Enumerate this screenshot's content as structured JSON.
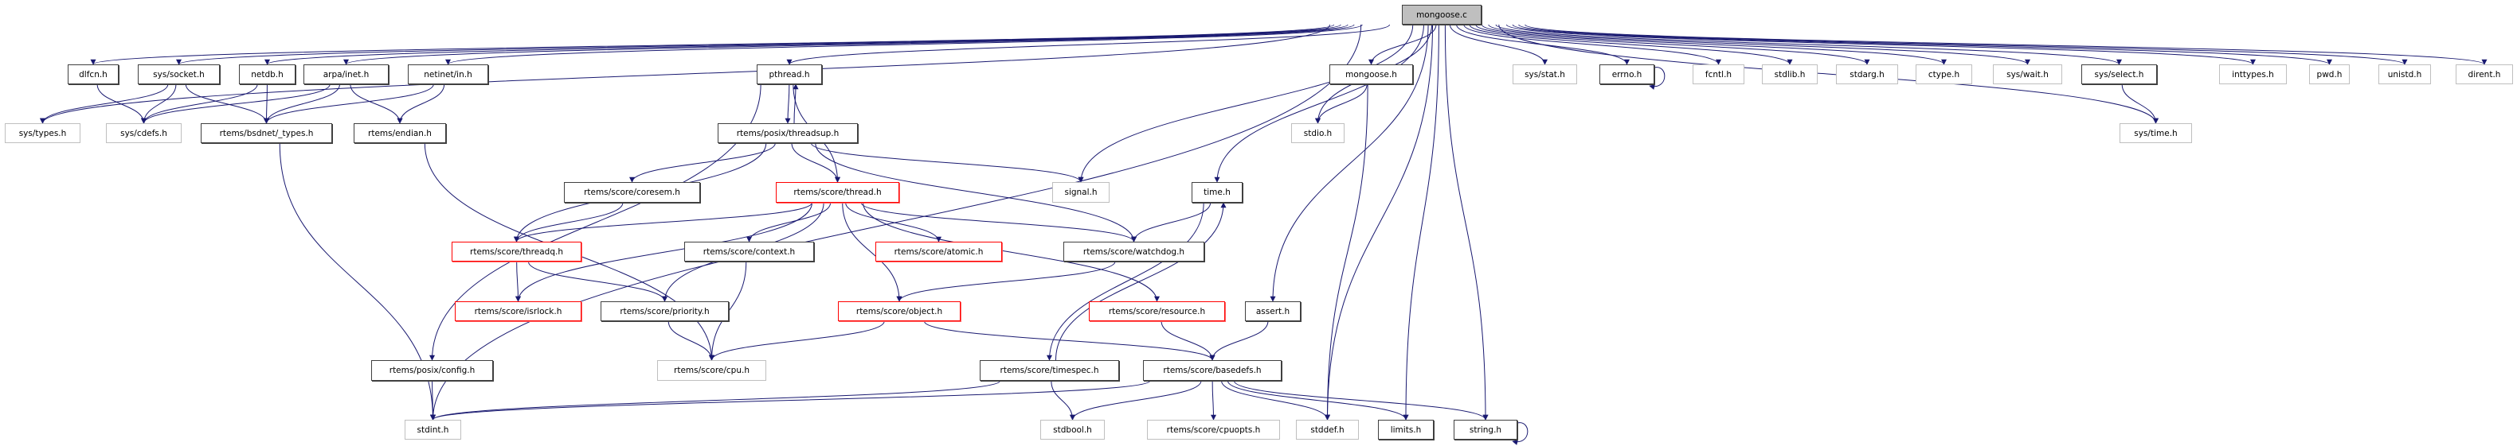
{
  "title": "mongoose.c include dependency graph",
  "colors": {
    "edge": "#191970",
    "root_fill": "#bfbfbf",
    "normal_border": "#404040",
    "external_border": "#bfbfbf",
    "truncated_border": "#ff0000"
  },
  "nodes": [
    {
      "id": "mongoose_c",
      "label": "mongoose.c",
      "kind": "root"
    },
    {
      "id": "dlfcn_h",
      "label": "dlfcn.h",
      "kind": "normal"
    },
    {
      "id": "sys_socket_h",
      "label": "sys/socket.h",
      "kind": "normal"
    },
    {
      "id": "netdb_h",
      "label": "netdb.h",
      "kind": "normal"
    },
    {
      "id": "arpa_inet_h",
      "label": "arpa/inet.h",
      "kind": "normal"
    },
    {
      "id": "netinet_in_h",
      "label": "netinet/in.h",
      "kind": "normal"
    },
    {
      "id": "pthread_h",
      "label": "pthread.h",
      "kind": "normal"
    },
    {
      "id": "mongoose_h",
      "label": "mongoose.h",
      "kind": "normal"
    },
    {
      "id": "sys_stat_h",
      "label": "sys/stat.h",
      "kind": "external"
    },
    {
      "id": "errno_h",
      "label": "errno.h",
      "kind": "normal"
    },
    {
      "id": "fcntl_h",
      "label": "fcntl.h",
      "kind": "external"
    },
    {
      "id": "stdlib_h",
      "label": "stdlib.h",
      "kind": "external"
    },
    {
      "id": "stdarg_h",
      "label": "stdarg.h",
      "kind": "external"
    },
    {
      "id": "ctype_h",
      "label": "ctype.h",
      "kind": "external"
    },
    {
      "id": "sys_wait_h",
      "label": "sys/wait.h",
      "kind": "external"
    },
    {
      "id": "sys_select_h",
      "label": "sys/select.h",
      "kind": "normal"
    },
    {
      "id": "inttypes_h",
      "label": "inttypes.h",
      "kind": "external"
    },
    {
      "id": "pwd_h",
      "label": "pwd.h",
      "kind": "external"
    },
    {
      "id": "unistd_h",
      "label": "unistd.h",
      "kind": "external"
    },
    {
      "id": "dirent_h",
      "label": "dirent.h",
      "kind": "external"
    },
    {
      "id": "sys_types_h",
      "label": "sys/types.h",
      "kind": "external"
    },
    {
      "id": "sys_cdefs_h",
      "label": "sys/cdefs.h",
      "kind": "external"
    },
    {
      "id": "bsdnet_types_h",
      "label": "rtems/bsdnet/_types.h",
      "kind": "normal"
    },
    {
      "id": "endian_h",
      "label": "rtems/endian.h",
      "kind": "normal"
    },
    {
      "id": "threadsup_h",
      "label": "rtems/posix/threadsup.h",
      "kind": "normal"
    },
    {
      "id": "stdio_h",
      "label": "stdio.h",
      "kind": "external"
    },
    {
      "id": "sys_time_h",
      "label": "sys/time.h",
      "kind": "external"
    },
    {
      "id": "coresem_h",
      "label": "rtems/score/coresem.h",
      "kind": "normal"
    },
    {
      "id": "thread_h",
      "label": "rtems/score/thread.h",
      "kind": "truncated"
    },
    {
      "id": "signal_h",
      "label": "signal.h",
      "kind": "external"
    },
    {
      "id": "time_h",
      "label": "time.h",
      "kind": "normal"
    },
    {
      "id": "threadq_h",
      "label": "rtems/score/threadq.h",
      "kind": "truncated"
    },
    {
      "id": "context_h",
      "label": "rtems/score/context.h",
      "kind": "normal"
    },
    {
      "id": "atomic_h",
      "label": "rtems/score/atomic.h",
      "kind": "truncated"
    },
    {
      "id": "watchdog_h",
      "label": "rtems/score/watchdog.h",
      "kind": "normal"
    },
    {
      "id": "isrlock_h",
      "label": "rtems/score/isrlock.h",
      "kind": "truncated"
    },
    {
      "id": "priority_h",
      "label": "rtems/score/priority.h",
      "kind": "normal"
    },
    {
      "id": "object_h",
      "label": "rtems/score/object.h",
      "kind": "truncated"
    },
    {
      "id": "resource_h",
      "label": "rtems/score/resource.h",
      "kind": "truncated"
    },
    {
      "id": "assert_h",
      "label": "assert.h",
      "kind": "normal"
    },
    {
      "id": "config_h",
      "label": "rtems/posix/config.h",
      "kind": "normal"
    },
    {
      "id": "cpu_h",
      "label": "rtems/score/cpu.h",
      "kind": "external"
    },
    {
      "id": "timespec_h",
      "label": "rtems/score/timespec.h",
      "kind": "normal"
    },
    {
      "id": "basedefs_h",
      "label": "rtems/score/basedefs.h",
      "kind": "normal"
    },
    {
      "id": "stdint_h",
      "label": "stdint.h",
      "kind": "external"
    },
    {
      "id": "stdbool_h",
      "label": "stdbool.h",
      "kind": "external"
    },
    {
      "id": "cpuopts_h",
      "label": "rtems/score/cpuopts.h",
      "kind": "external"
    },
    {
      "id": "stddef_h",
      "label": "stddef.h",
      "kind": "external"
    },
    {
      "id": "limits_h",
      "label": "limits.h",
      "kind": "normal"
    },
    {
      "id": "string_h",
      "label": "string.h",
      "kind": "normal"
    }
  ],
  "edges": [
    [
      "mongoose_c",
      "dlfcn_h"
    ],
    [
      "mongoose_c",
      "sys_socket_h"
    ],
    [
      "mongoose_c",
      "netdb_h"
    ],
    [
      "mongoose_c",
      "arpa_inet_h"
    ],
    [
      "mongoose_c",
      "netinet_in_h"
    ],
    [
      "mongoose_c",
      "pthread_h"
    ],
    [
      "mongoose_c",
      "mongoose_h"
    ],
    [
      "mongoose_c",
      "sys_stat_h"
    ],
    [
      "mongoose_c",
      "errno_h"
    ],
    [
      "mongoose_c",
      "fcntl_h"
    ],
    [
      "mongoose_c",
      "stdlib_h"
    ],
    [
      "mongoose_c",
      "stdarg_h"
    ],
    [
      "mongoose_c",
      "ctype_h"
    ],
    [
      "mongoose_c",
      "sys_wait_h"
    ],
    [
      "mongoose_c",
      "sys_select_h"
    ],
    [
      "mongoose_c",
      "inttypes_h"
    ],
    [
      "mongoose_c",
      "pwd_h"
    ],
    [
      "mongoose_c",
      "unistd_h"
    ],
    [
      "mongoose_c",
      "dirent_h"
    ],
    [
      "mongoose_c",
      "sys_types_h"
    ],
    [
      "mongoose_c",
      "stdio_h"
    ],
    [
      "mongoose_c",
      "sys_time_h"
    ],
    [
      "mongoose_c",
      "signal_h"
    ],
    [
      "mongoose_c",
      "time_h"
    ],
    [
      "mongoose_c",
      "assert_h"
    ],
    [
      "mongoose_c",
      "stddef_h"
    ],
    [
      "mongoose_c",
      "limits_h"
    ],
    [
      "mongoose_c",
      "string_h"
    ],
    [
      "mongoose_c",
      "stdint_h"
    ],
    [
      "dlfcn_h",
      "sys_cdefs_h"
    ],
    [
      "sys_socket_h",
      "sys_types_h"
    ],
    [
      "sys_socket_h",
      "sys_cdefs_h"
    ],
    [
      "sys_socket_h",
      "bsdnet_types_h"
    ],
    [
      "netdb_h",
      "sys_cdefs_h"
    ],
    [
      "netdb_h",
      "bsdnet_types_h"
    ],
    [
      "arpa_inet_h",
      "sys_cdefs_h"
    ],
    [
      "arpa_inet_h",
      "bsdnet_types_h"
    ],
    [
      "arpa_inet_h",
      "endian_h"
    ],
    [
      "netinet_in_h",
      "bsdnet_types_h"
    ],
    [
      "netinet_in_h",
      "endian_h"
    ],
    [
      "bsdnet_types_h",
      "stdint_h"
    ],
    [
      "endian_h",
      "cpu_h"
    ],
    [
      "pthread_h",
      "threadsup_h"
    ],
    [
      "pthread_h",
      "thread_h"
    ],
    [
      "pthread_h",
      "config_h"
    ],
    [
      "threadsup_h",
      "pthread_h"
    ],
    [
      "threadsup_h",
      "coresem_h"
    ],
    [
      "threadsup_h",
      "thread_h"
    ],
    [
      "threadsup_h",
      "threadq_h"
    ],
    [
      "threadsup_h",
      "signal_h"
    ],
    [
      "threadsup_h",
      "watchdog_h"
    ],
    [
      "mongoose_h",
      "stdio_h"
    ],
    [
      "mongoose_h",
      "stddef_h"
    ],
    [
      "errno_h",
      "errno_h"
    ],
    [
      "sys_select_h",
      "sys_time_h"
    ],
    [
      "coresem_h",
      "threadq_h"
    ],
    [
      "thread_h",
      "threadq_h"
    ],
    [
      "thread_h",
      "context_h"
    ],
    [
      "thread_h",
      "atomic_h"
    ],
    [
      "thread_h",
      "watchdog_h"
    ],
    [
      "thread_h",
      "isrlock_h"
    ],
    [
      "thread_h",
      "priority_h"
    ],
    [
      "thread_h",
      "object_h"
    ],
    [
      "thread_h",
      "resource_h"
    ],
    [
      "time_h",
      "watchdog_h"
    ],
    [
      "time_h",
      "timespec_h"
    ],
    [
      "threadq_h",
      "isrlock_h"
    ],
    [
      "threadq_h",
      "priority_h"
    ],
    [
      "context_h",
      "cpu_h"
    ],
    [
      "watchdog_h",
      "object_h"
    ],
    [
      "priority_h",
      "cpu_h"
    ],
    [
      "object_h",
      "cpu_h"
    ],
    [
      "object_h",
      "basedefs_h"
    ],
    [
      "resource_h",
      "basedefs_h"
    ],
    [
      "assert_h",
      "basedefs_h"
    ],
    [
      "config_h",
      "stdint_h"
    ],
    [
      "timespec_h",
      "time_h"
    ],
    [
      "timespec_h",
      "stdint_h"
    ],
    [
      "timespec_h",
      "stdbool_h"
    ],
    [
      "basedefs_h",
      "stdint_h"
    ],
    [
      "basedefs_h",
      "stdbool_h"
    ],
    [
      "basedefs_h",
      "cpuopts_h"
    ],
    [
      "basedefs_h",
      "stddef_h"
    ],
    [
      "basedefs_h",
      "limits_h"
    ],
    [
      "basedefs_h",
      "string_h"
    ],
    [
      "string_h",
      "string_h"
    ]
  ]
}
